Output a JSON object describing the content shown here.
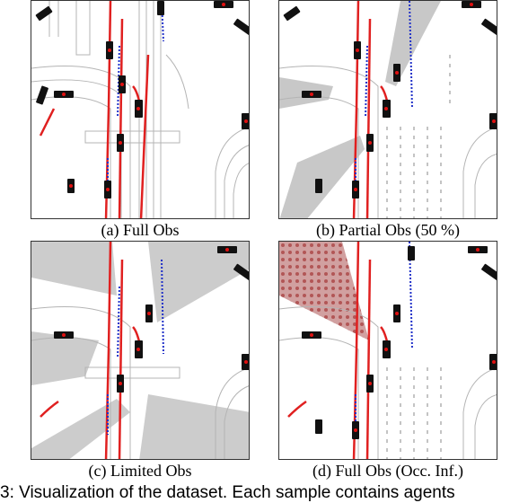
{
  "panels": [
    {
      "caption": "(a)  Full Obs"
    },
    {
      "caption": "(b)  Partial Obs (50 %)"
    },
    {
      "caption": "(c)  Limited Obs"
    },
    {
      "caption": "(d)  Full Obs (Occ. Inf.)"
    }
  ],
  "figure_caption": "3: Visualization of the dataset. Each sample contains agents",
  "colors": {
    "agent_body": "#111111",
    "agent_marker": "#e01010",
    "future_track": "#e02020",
    "past_track": "#2030c8",
    "road_lines": "#b4b4b4",
    "occlusion_gray": "#9a9a9a",
    "occlusion_hatch": "#b03a3a"
  }
}
